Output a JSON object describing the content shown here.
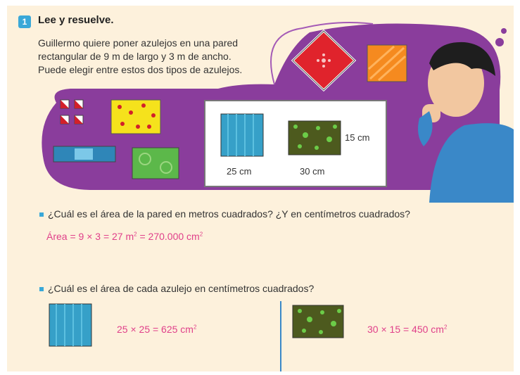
{
  "exercise": {
    "number": "1",
    "heading": "Lee y resuelve.",
    "intro_lines": [
      "Guillermo quiere poner azulejos en una pared",
      "rectangular de 9 m de largo y 3 m de ancho.",
      "Puede elegir entre estos dos tipos de azulejos."
    ]
  },
  "panel": {
    "tile_a_label": "25 cm",
    "tile_b_width_label": "30 cm",
    "tile_b_height_label": "15 cm"
  },
  "question_1": {
    "text": "¿Cuál es el área de la pared en metros cuadrados? ¿Y en centímetros cuadrados?",
    "answer_start": "Área = 9 × 3 = 27 m",
    "answer_mid": " = 270.000 cm",
    "sup": "2"
  },
  "question_2": {
    "text": "¿Cuál es el área de cada azulejo en centímetros cuadrados?",
    "answer_a": "25 × 25 = 625 cm",
    "answer_b": "30 × 15 = 450 cm",
    "sup": "2"
  },
  "colors": {
    "accent_blue": "#3aa8d8",
    "answer_pink": "#e0408a",
    "background": "#fdf1dc",
    "purple_blob": "#8a3d9c"
  }
}
